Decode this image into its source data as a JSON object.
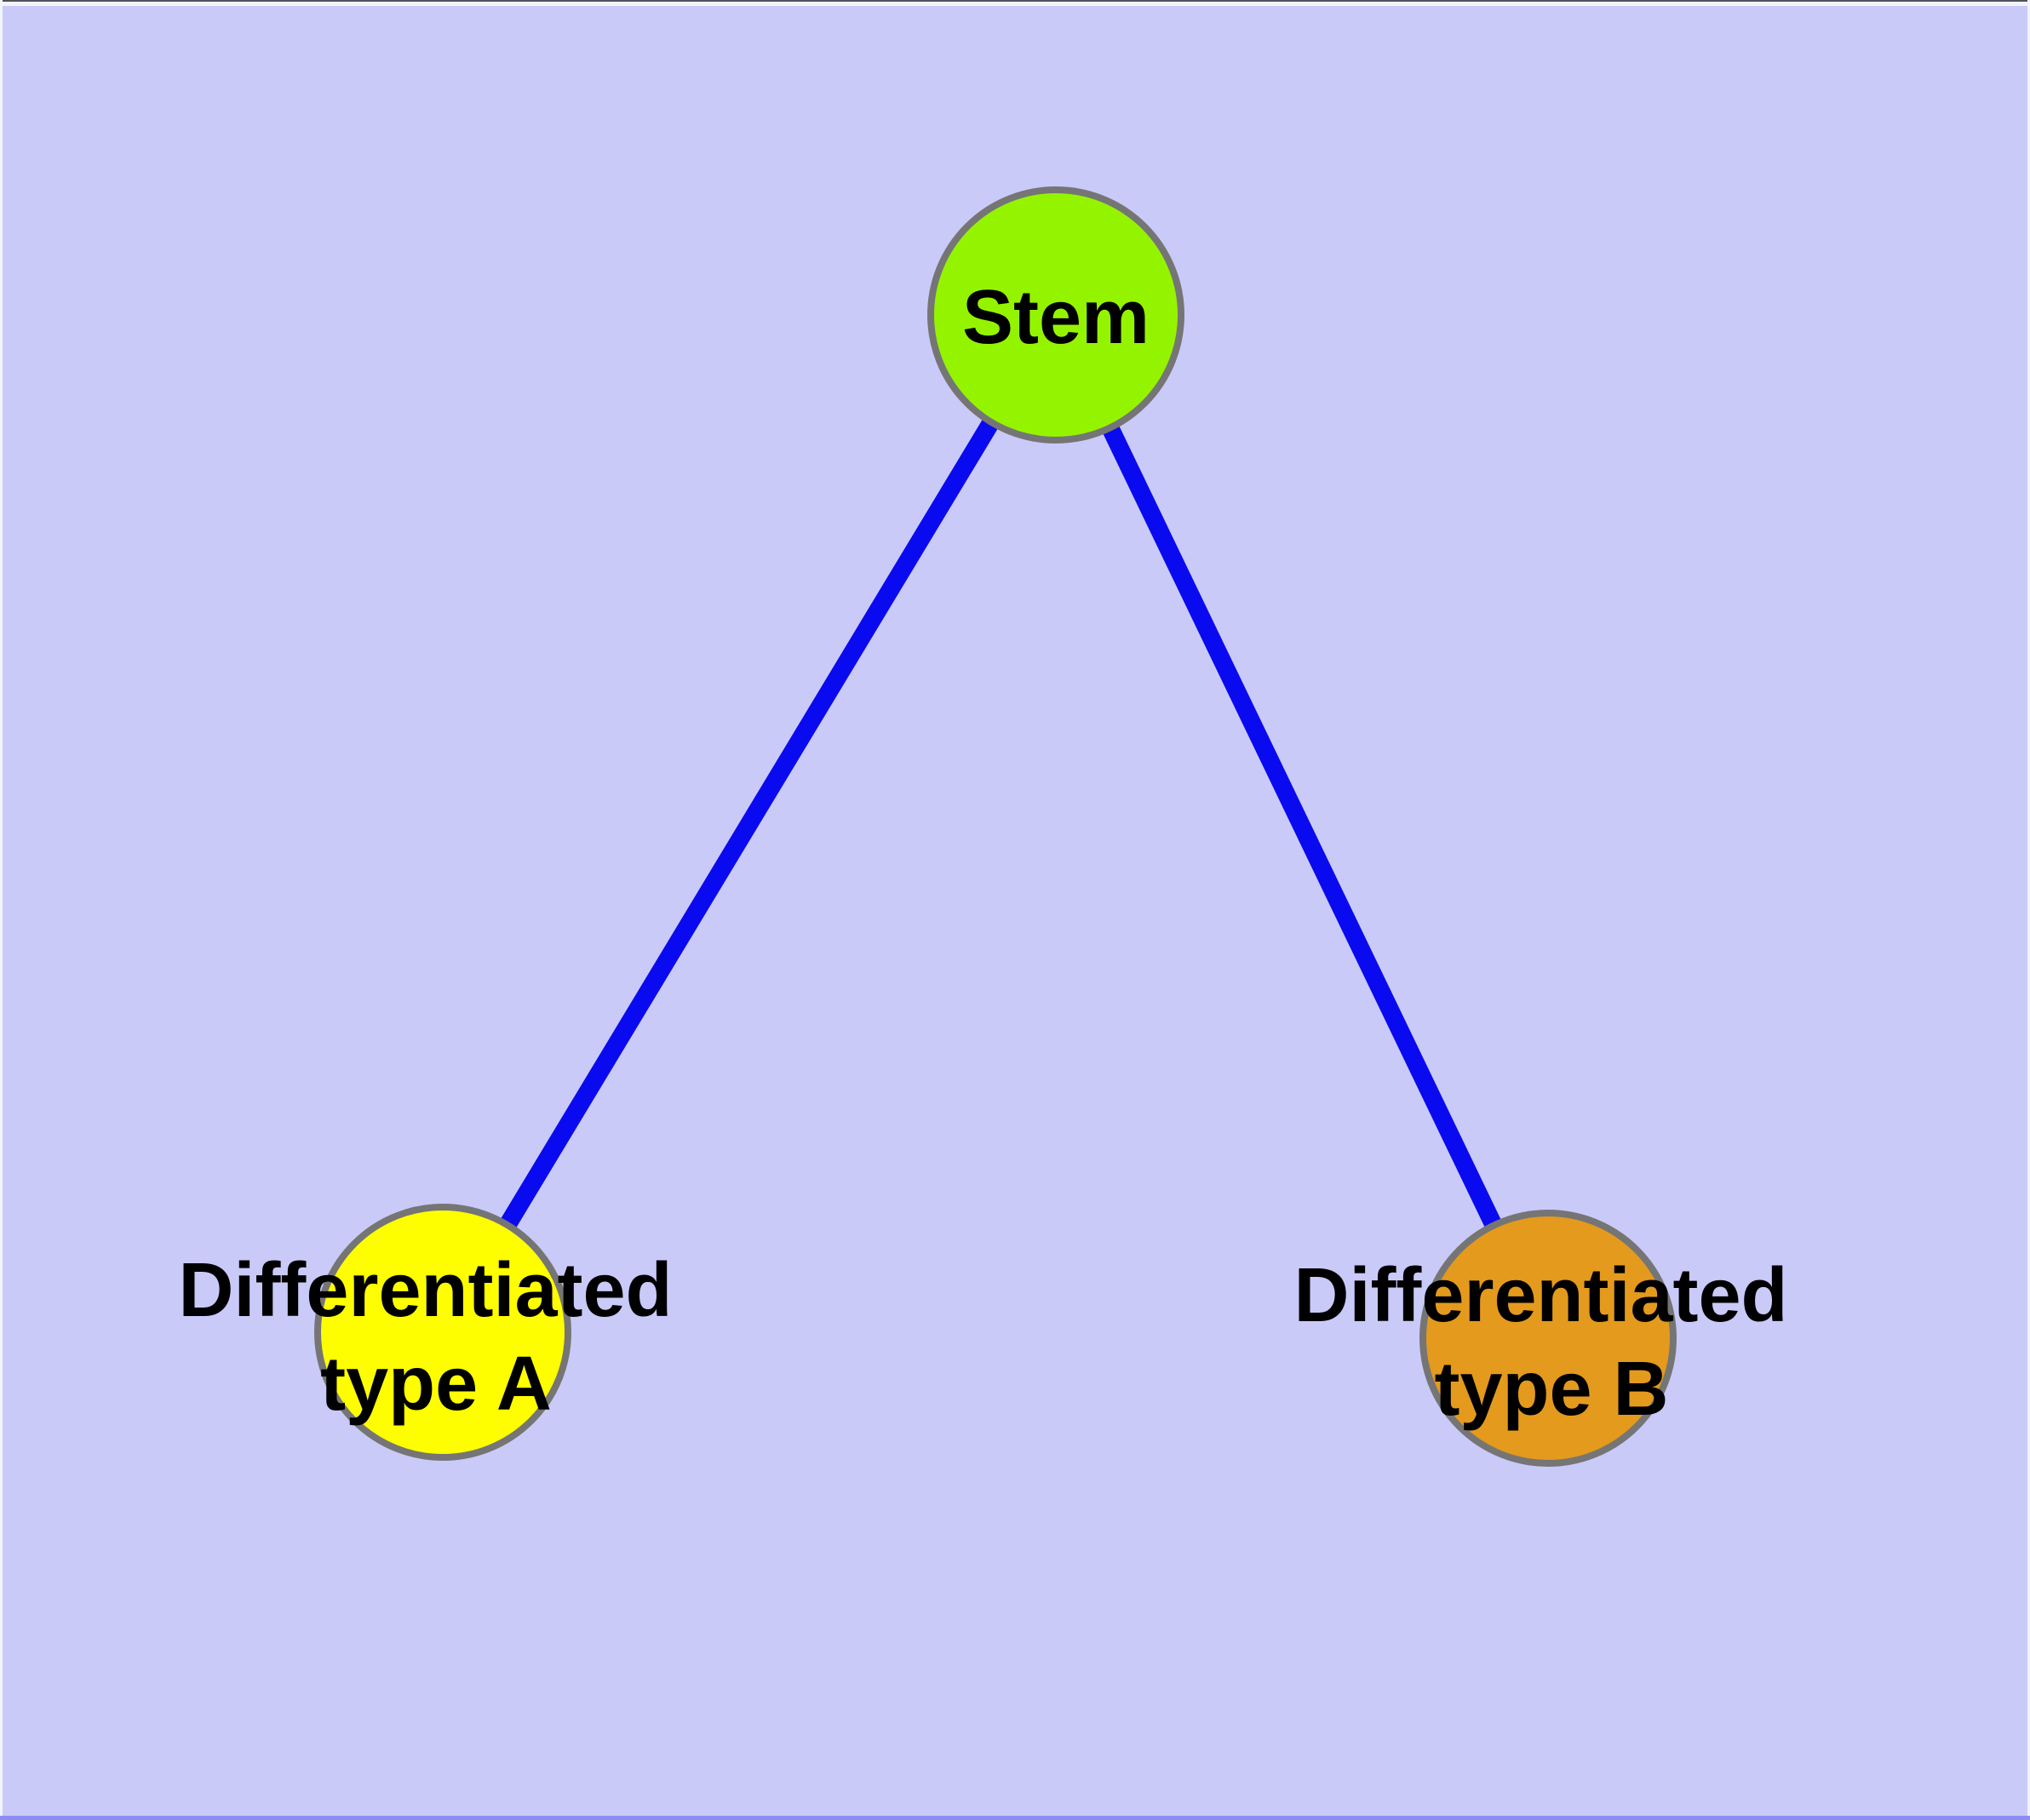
{
  "diagram": {
    "type": "node-link-graph",
    "description": "Stem cell differentiation graph: one stem node with two differentiated child nodes",
    "colors": {
      "background": "#cacaf9",
      "edge": "#0a0af0",
      "node_border": "#757575",
      "label": "#000000",
      "window_top_line": "#50505a",
      "window_edge_light": "#f3f3fc",
      "window_bottom_strip": "#8e8ef2"
    },
    "nodes": {
      "stem": {
        "label": "Stem",
        "fill_color": "#94f400"
      },
      "diff_a": {
        "label_line1": "Differentiated",
        "label_line2": "type A",
        "fill_color": "#fefe00"
      },
      "diff_b": {
        "label_line1": "Differentiated",
        "label_line2": "type B",
        "fill_color": "#e49a1d"
      }
    },
    "edges": [
      {
        "from": "Stem",
        "to": "Differentiated type A"
      },
      {
        "from": "Stem",
        "to": "Differentiated type B"
      }
    ]
  }
}
